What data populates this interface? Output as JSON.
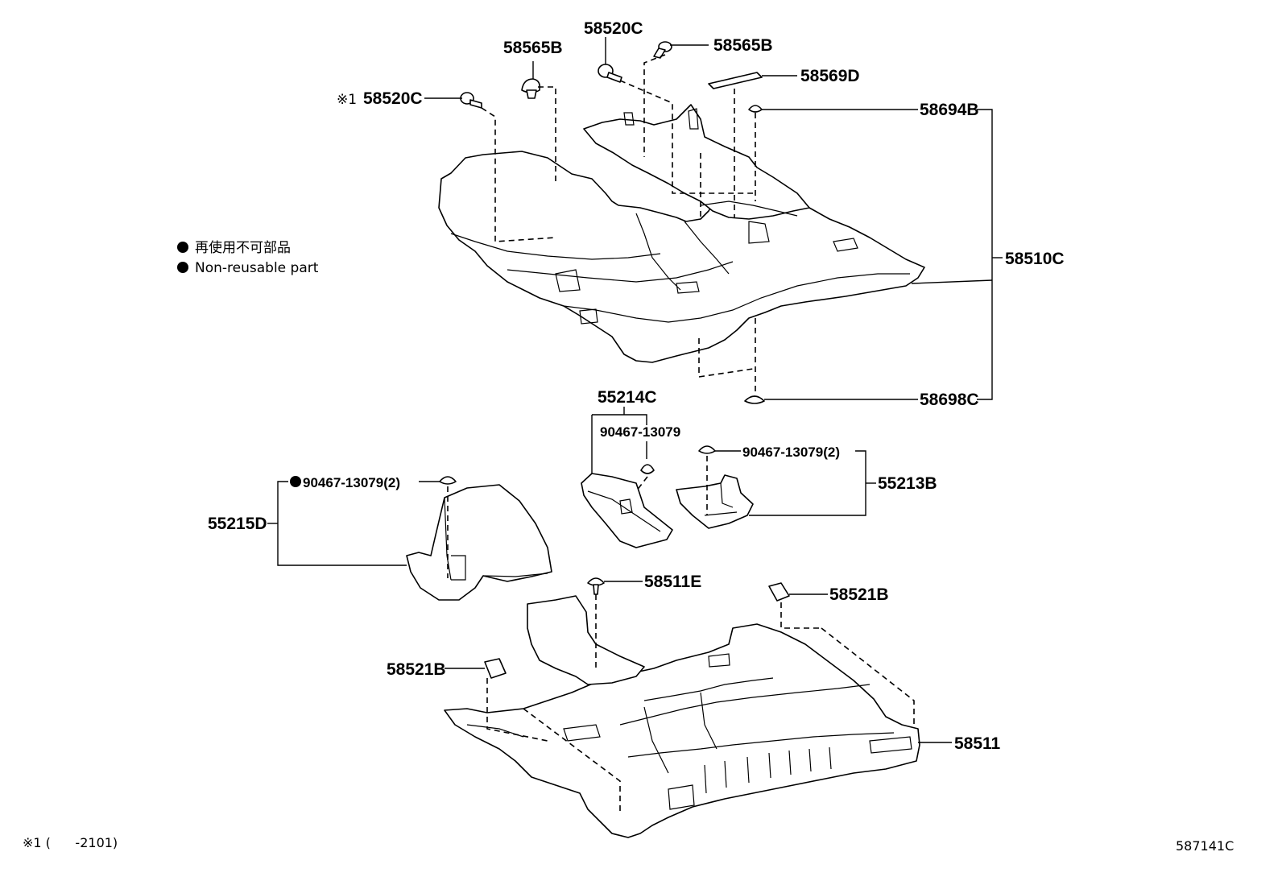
{
  "legend": {
    "line_jp": "再使用不可部品",
    "line_en": "Non-reusable part"
  },
  "labels": {
    "p58520C_top": "58520C",
    "p58565B_left": "58565B",
    "p58565B_right": "58565B",
    "p58520C_note_prefix": "※1",
    "p58520C_left": "58520C",
    "p58569D": "58569D",
    "p58694B": "58694B",
    "p58510C": "58510C",
    "p58698C": "58698C",
    "p55214C": "55214C",
    "p90467_13079_center": "90467-13079",
    "p90467_13079_2_right": "90467-13079(2)",
    "p55213B": "55213B",
    "p90467_13079_2_left": "90467-13079(2)",
    "p55215D": "55215D",
    "p58511E": "58511E",
    "p58521B_right": "58521B",
    "p58521B_left": "58521B",
    "p58511": "58511"
  },
  "footer": {
    "note": "※1 (      -2101)",
    "diagram_id": "587141C"
  }
}
